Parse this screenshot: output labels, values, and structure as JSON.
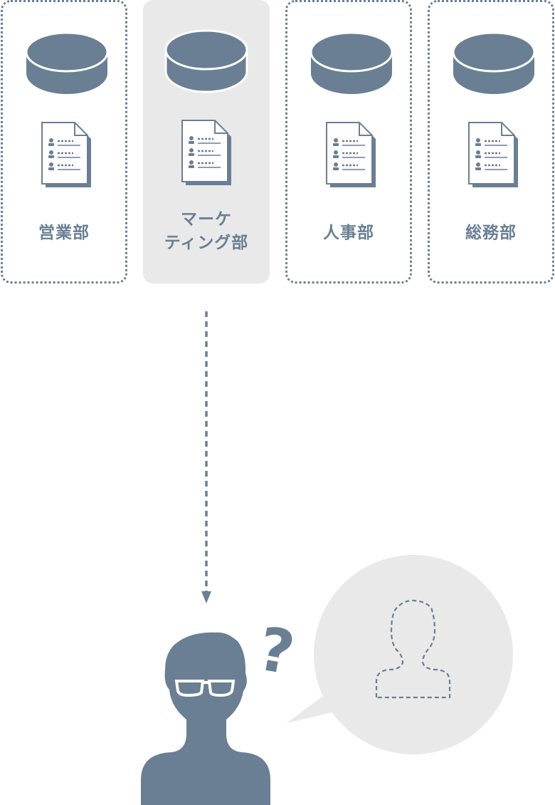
{
  "departments": [
    {
      "label": "営業部",
      "active": false
    },
    {
      "label": "マーケ\nティング部",
      "active": true
    },
    {
      "label": "人事部",
      "active": false
    },
    {
      "label": "総務部",
      "active": false
    }
  ],
  "question_mark": "?",
  "colors": {
    "primary": "#6a7f94",
    "panel_bg": "#e9e9e9",
    "white": "#ffffff"
  },
  "icons": {
    "department_db": "database-icon",
    "department_doc": "document-list-icon",
    "user": "user-with-glasses-icon",
    "thought": "unknown-person-icon"
  }
}
